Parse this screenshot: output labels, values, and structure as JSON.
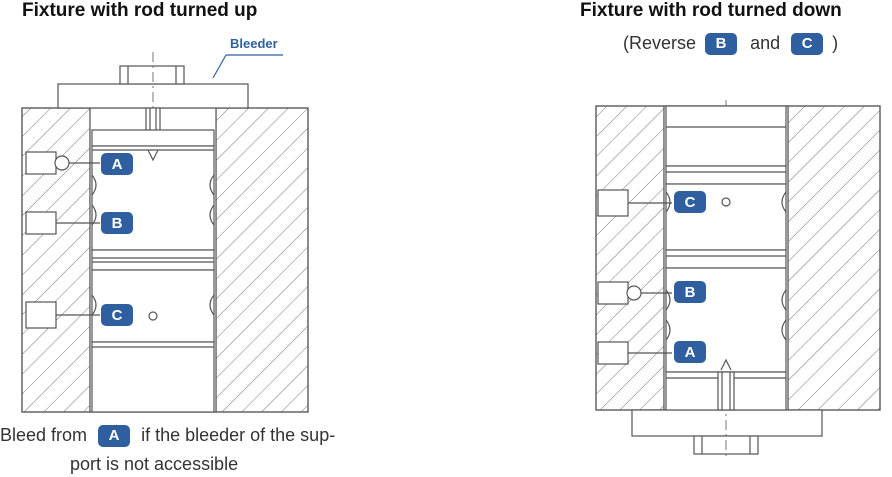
{
  "left_title": "Fixture with rod turned up",
  "right_title": "Fixture with rod turned down",
  "bleeder_label": "Bleeder",
  "reverse_text": "(Reverse",
  "reverse_and": "and",
  "reverse_close": ")",
  "reverse_badges": [
    "B",
    "C"
  ],
  "left_ports": [
    "A",
    "B",
    "C"
  ],
  "right_ports": [
    "C",
    "B",
    "A"
  ],
  "caption_prefix": "Bleed from",
  "caption_badge": "A",
  "caption_suffix": "if the bleeder of the sup-",
  "caption_line2": "port is not accessible",
  "colors": {
    "badge": "#2f5f9f",
    "line": "#555555",
    "hatch": "#777777"
  }
}
